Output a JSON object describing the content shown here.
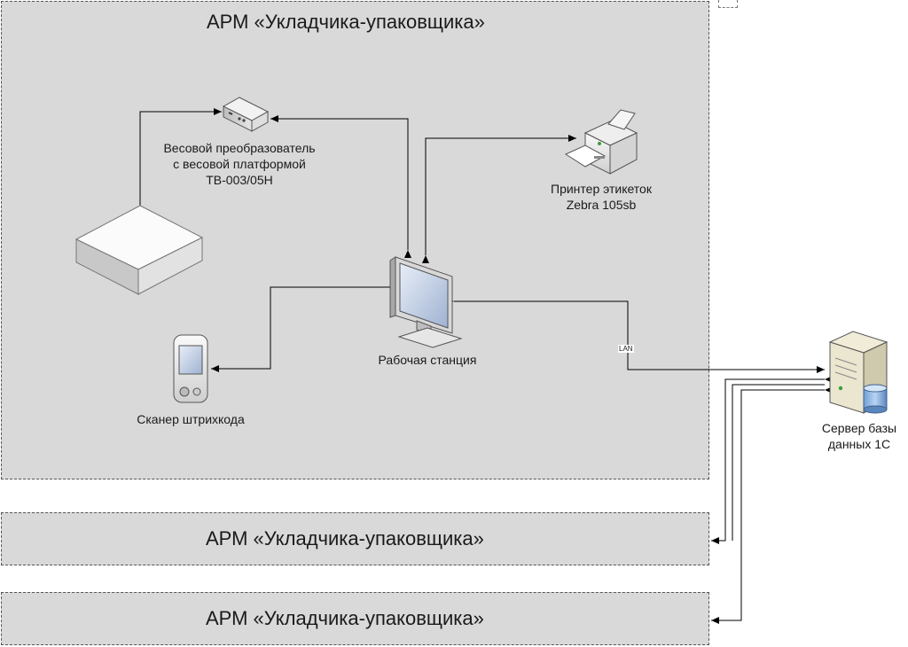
{
  "zones": {
    "main_title": "АРМ «Укладчика-упаковщика»",
    "second_title": "АРМ «Укладчика-упаковщика»",
    "third_title": "АРМ «Укладчика-упаковщика»"
  },
  "devices": {
    "scale_converter": [
      "Весовой преобразователь",
      "с весовой платформой",
      "ТВ-003/05Н"
    ],
    "printer": [
      "Принтер этикеток",
      "Zebra 105sb"
    ],
    "workstation": "Рабочая станция",
    "scanner": "Сканер штрихкода",
    "server": [
      "Сервер базы",
      "данных 1С"
    ]
  },
  "connections": {
    "lan_label": "LAN"
  },
  "icons": [
    "scale-converter-icon",
    "weighing-platform-icon",
    "printer-icon",
    "monitor-icon",
    "barcode-scanner-icon",
    "server-icon",
    "database-icon"
  ]
}
